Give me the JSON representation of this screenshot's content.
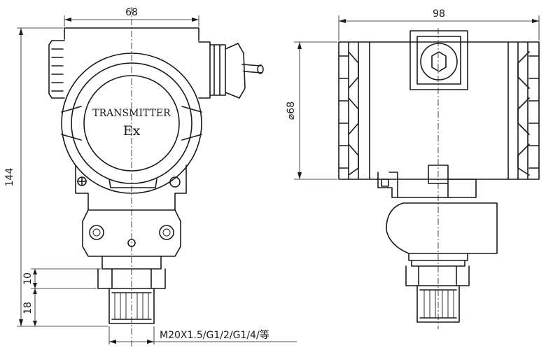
{
  "front_view": {
    "width_dim": "68",
    "height_dim": "144",
    "dim_10": "10",
    "dim_18": "18",
    "label_line1": "TRANSMITTER",
    "label_line2": "Ex",
    "thread_note": "M20X1.5/G1/2/G1/4/等"
  },
  "side_view": {
    "width_dim": "98",
    "diameter_dim": "⌀68"
  }
}
